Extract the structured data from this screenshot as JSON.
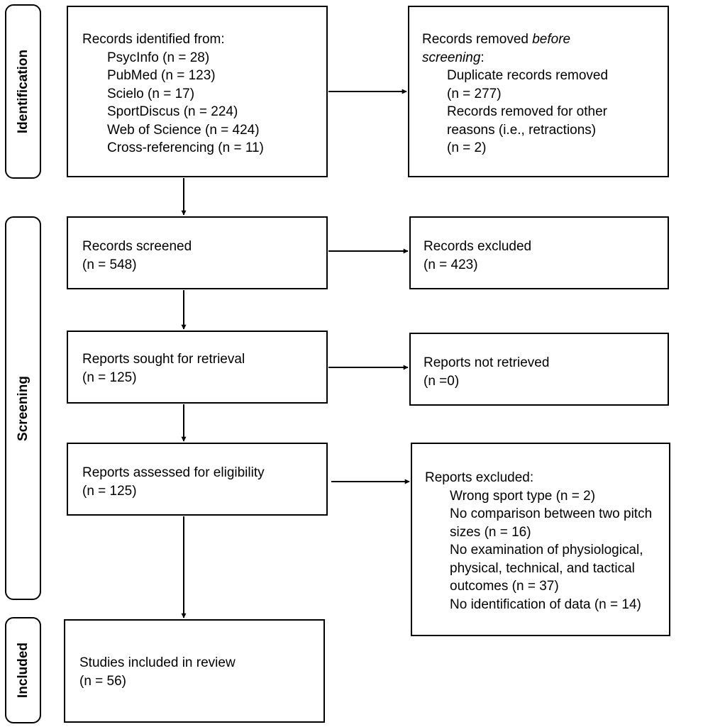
{
  "phases": {
    "identification": "Identification",
    "screening": "Screening",
    "included": "Included"
  },
  "identified": {
    "heading": "Records identified from:",
    "sources": [
      "PsycInfo (n = 28)",
      "PubMed (n = 123)",
      "Scielo (n = 17)",
      "SportDiscus (n = 224)",
      "Web of Science (n = 424)",
      "Cross-referencing (n = 11)"
    ]
  },
  "removed": {
    "heading_pre": "Records removed ",
    "heading_em1": "before",
    "heading_em2": "screening",
    "heading_post": ":",
    "lines": [
      "Duplicate records removed",
      "(n = 277)",
      "Records removed for other",
      "reasons (i.e., retractions)",
      "(n = 2)"
    ]
  },
  "screened": {
    "label": "Records screened",
    "count": "(n = 548)"
  },
  "excluded": {
    "label": "Records excluded",
    "count": "(n = 423)"
  },
  "sought": {
    "label": "Reports sought for retrieval",
    "count": "(n = 125)"
  },
  "not_retrieved": {
    "label": "Reports not retrieved",
    "count": "(n =0)"
  },
  "assessed": {
    "label": "Reports assessed for eligibility",
    "count": "(n = 125)"
  },
  "reports_excluded": {
    "heading": "Reports excluded:",
    "lines": [
      "Wrong sport type (n = 2)",
      "No comparison between two pitch",
      "sizes (n = 16)",
      "No examination of physiological,",
      "physical, technical, and tactical",
      "outcomes (n = 37)",
      "No identification of data (n = 14)"
    ]
  },
  "included_studies": {
    "label": "Studies included in review",
    "count": "(n = 56)"
  }
}
